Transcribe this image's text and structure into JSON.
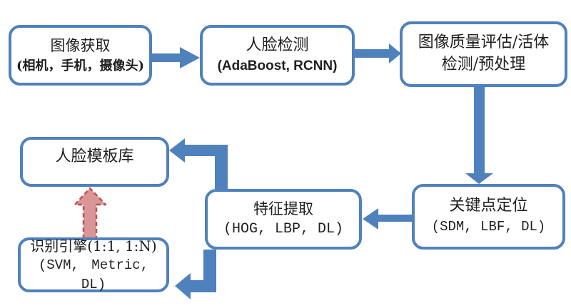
{
  "diagram": {
    "title": "face-recognition-pipeline-flowchart",
    "colors": {
      "box_border": "#4f81bd",
      "arrow_blue": "#4f81bd",
      "feedback_arrow_fill": "#d99694",
      "feedback_arrow_border": "#c0504d",
      "text": "#1f1f1f",
      "background": "#ffffff"
    },
    "boxes": {
      "image_acquisition": {
        "line1": "图像获取",
        "line2": "(相机，手机，摄像头)"
      },
      "face_detection": {
        "line1": "人脸检测",
        "line2": "(AdaBoost, RCNN)"
      },
      "quality_liveness": {
        "line1": "图像质量评估/活体",
        "line2": "检测/预处理"
      },
      "landmark_localization": {
        "line1": "关键点定位",
        "line2": "(SDM, LBF, DL)"
      },
      "feature_extraction": {
        "line1": "特征提取",
        "line2": "(HOG, LBP, DL)"
      },
      "face_template_db": {
        "line1": "人脸模板库"
      },
      "recognition_engine": {
        "line1": "识别引擎(1:1, 1:N)",
        "line2": "(SVM, Metric, DL)"
      }
    },
    "arrows": {
      "acquisition_to_detection": "solid-blue-right",
      "detection_to_quality": "solid-blue-right",
      "quality_to_landmark": "solid-blue-down",
      "landmark_to_feature": "solid-blue-left",
      "feature_to_template_db": "solid-blue-elbow-left",
      "feature_to_recognition": "solid-blue-elbow-left",
      "recognition_to_template_db": "dashed-red-up"
    }
  }
}
